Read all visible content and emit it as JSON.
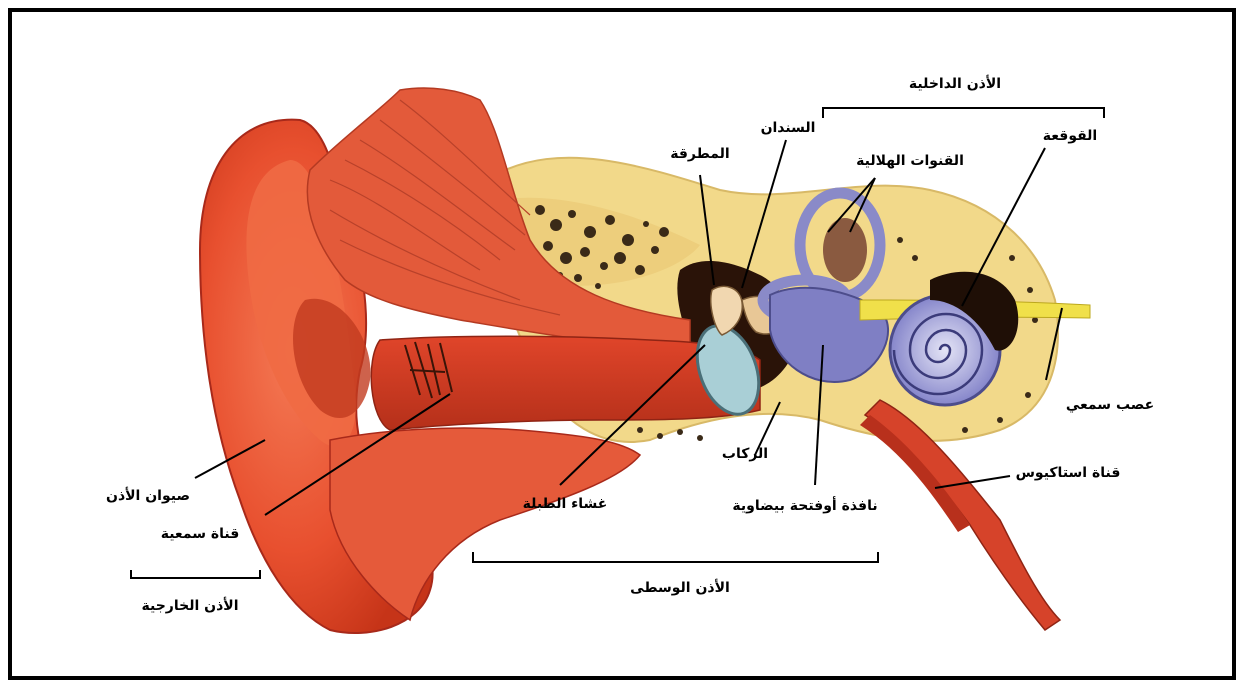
{
  "labels": {
    "inner_ear": "الأذن الداخلية",
    "middle_ear": "الأذن الوسطى",
    "outer_ear": "الأذن الخارجية",
    "anvil": "السندان",
    "hammer": "المطرقة",
    "semicircular_canals": "القنوات الهلالية",
    "cochlea": "القوقعة",
    "auditory_nerve": "عصب سمعي",
    "eustachian_tube": "قناة استاكيوس",
    "oval_window": "نافذة أوفتحة بيضاوية",
    "stirrup": "الركاب",
    "eardrum": "غشاء الطبلة",
    "pinna": "صيوان الأذن",
    "ear_canal": "قناة سمعية"
  },
  "colors": {
    "outer_ear": "#e8502f",
    "ear_dark": "#c63418",
    "bone": "#f2d98a",
    "cochlea": "#9a9ad6",
    "nerve": "#f0e04a",
    "eardrum": "#a9cfd6",
    "frame": "#000000"
  }
}
